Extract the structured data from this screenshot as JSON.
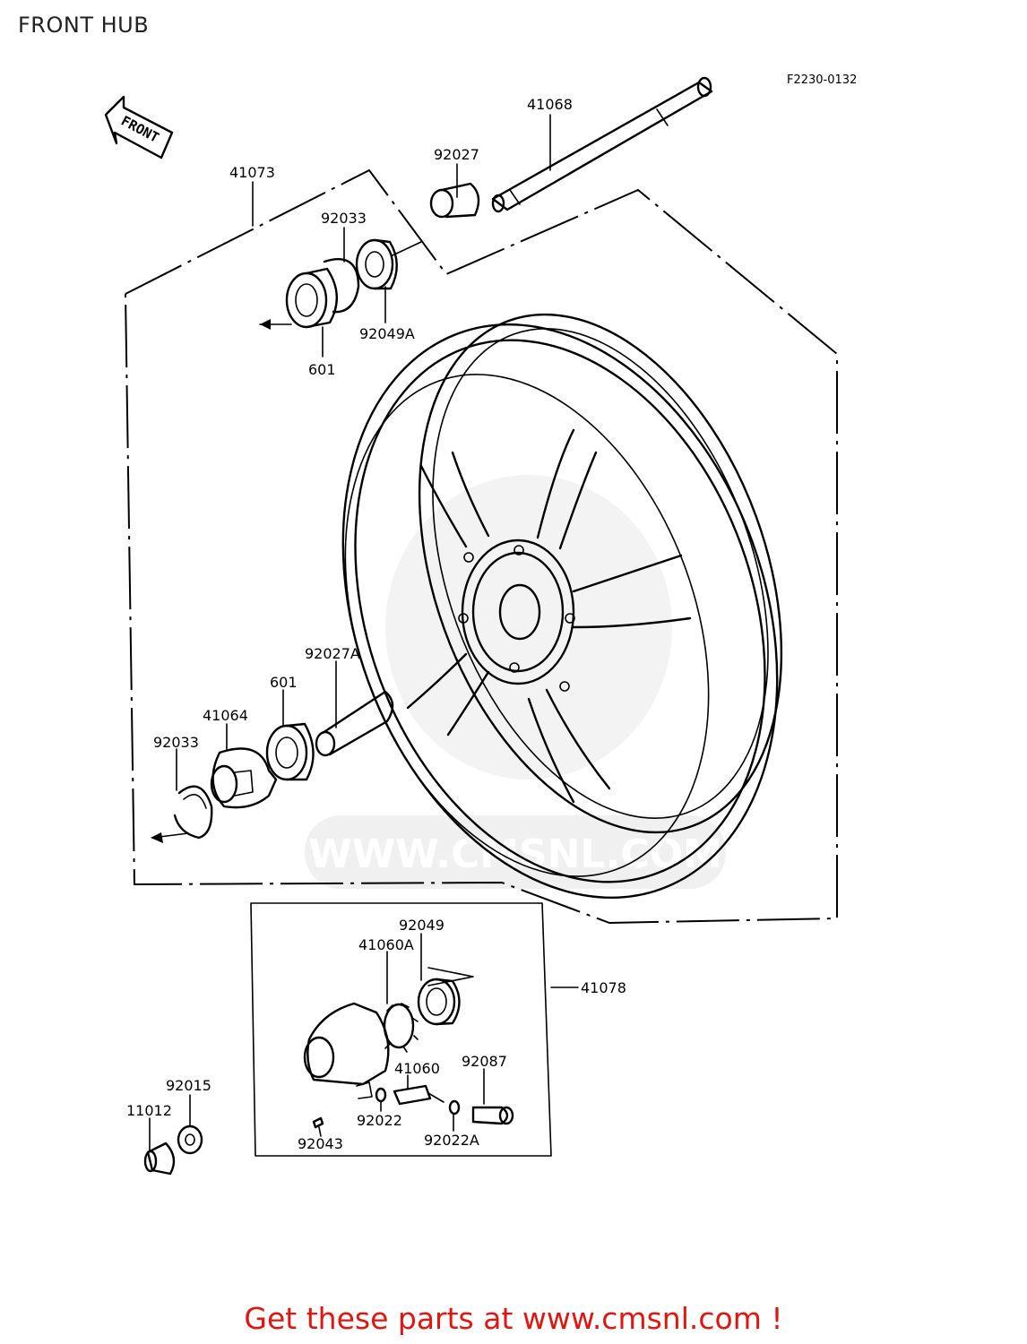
{
  "header": {
    "title": "FRONT HUB"
  },
  "diagram": {
    "code": "F2230-0132",
    "front_arrow_text": "FRONT",
    "watermark_text": "WWW.CMSNL.COM",
    "labels": {
      "axle": "41068",
      "collar": "92027",
      "wheel_assy": "41073",
      "circlip_top": "92033",
      "oil_seal_top": "92049A",
      "bearing_top": "601",
      "collar_inner": "92027A",
      "bearing_bottom": "601",
      "drive_plate": "41064",
      "circlip_bottom": "92033",
      "oil_seal_gear": "92049",
      "gear_drive": "41060A",
      "gearbox_assy": "41078",
      "gear_pinion": "41060",
      "bushing": "92087",
      "washer_a": "92022",
      "washer_b": "92022A",
      "pin": "92043",
      "nut": "92015",
      "cap": "11012"
    }
  },
  "footer": {
    "cta": "Get these parts at www.cmsnl.com !"
  }
}
